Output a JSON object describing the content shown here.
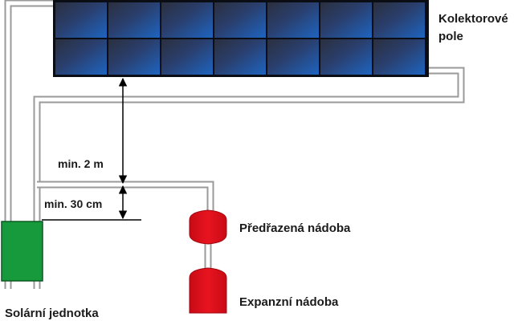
{
  "labels": {
    "collector_field_line1": "Kolektorové",
    "collector_field_line2": "pole",
    "min_2m": "min. 2 m",
    "min_30cm": "min. 30 cm",
    "pre_vessel": "Předřazená nádoba",
    "expansion_vessel": "Expanzní nádoba",
    "solar_unit": "Solární jednotka"
  },
  "collector_panels": {
    "rows": 2,
    "columns": 7
  },
  "colors": {
    "panel_blue": "#1e5fb0",
    "panel_dark": "#1a1d26",
    "panel_frame": "#0b0d14",
    "pipe_fill": "#ffffff",
    "pipe_stroke": "#9a9a9a",
    "solar_unit": "#169a3c",
    "vessel": "#e0101e",
    "dimension_line": "#000000"
  }
}
